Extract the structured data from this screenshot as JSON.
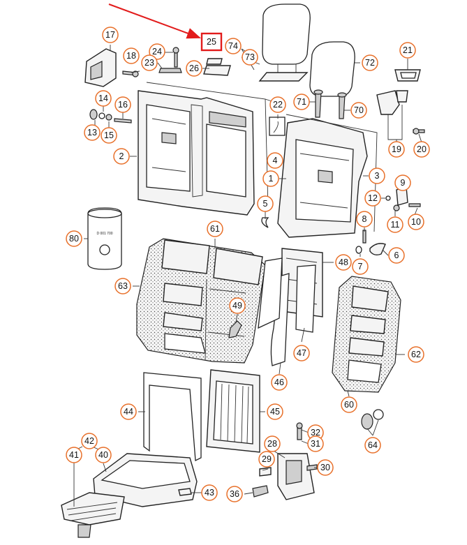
{
  "diagram": {
    "highlight": {
      "label": "25",
      "color": "#e21b1b"
    },
    "callout_color": "#e8702a",
    "can_label": "D 001 700",
    "callouts": [
      {
        "id": "c17",
        "label": "17"
      },
      {
        "id": "c18",
        "label": "18"
      },
      {
        "id": "c24",
        "label": "24"
      },
      {
        "id": "c23",
        "label": "23"
      },
      {
        "id": "c26",
        "label": "26"
      },
      {
        "id": "c74",
        "label": "74"
      },
      {
        "id": "c73",
        "label": "73"
      },
      {
        "id": "c72",
        "label": "72"
      },
      {
        "id": "c21",
        "label": "21"
      },
      {
        "id": "c14",
        "label": "14"
      },
      {
        "id": "c16",
        "label": "16"
      },
      {
        "id": "c13",
        "label": "13"
      },
      {
        "id": "c15",
        "label": "15"
      },
      {
        "id": "c22",
        "label": "22"
      },
      {
        "id": "c71",
        "label": "71"
      },
      {
        "id": "c70",
        "label": "70"
      },
      {
        "id": "c19",
        "label": "19"
      },
      {
        "id": "c20",
        "label": "20"
      },
      {
        "id": "c2",
        "label": "2"
      },
      {
        "id": "c4",
        "label": "4"
      },
      {
        "id": "c1",
        "label": "1"
      },
      {
        "id": "c3",
        "label": "3"
      },
      {
        "id": "c9",
        "label": "9"
      },
      {
        "id": "c12",
        "label": "12"
      },
      {
        "id": "c11",
        "label": "11"
      },
      {
        "id": "c10",
        "label": "10"
      },
      {
        "id": "c5",
        "label": "5"
      },
      {
        "id": "c8",
        "label": "8"
      },
      {
        "id": "c7",
        "label": "7"
      },
      {
        "id": "c6",
        "label": "6"
      },
      {
        "id": "c80",
        "label": "80"
      },
      {
        "id": "c61",
        "label": "61"
      },
      {
        "id": "c48",
        "label": "48"
      },
      {
        "id": "c63",
        "label": "63"
      },
      {
        "id": "c49",
        "label": "49"
      },
      {
        "id": "c47",
        "label": "47"
      },
      {
        "id": "c62",
        "label": "62"
      },
      {
        "id": "c46",
        "label": "46"
      },
      {
        "id": "c60",
        "label": "60"
      },
      {
        "id": "c44",
        "label": "44"
      },
      {
        "id": "c45",
        "label": "45"
      },
      {
        "id": "c32",
        "label": "32"
      },
      {
        "id": "c31",
        "label": "31"
      },
      {
        "id": "c64",
        "label": "64"
      },
      {
        "id": "c42",
        "label": "42"
      },
      {
        "id": "c41",
        "label": "41"
      },
      {
        "id": "c40",
        "label": "40"
      },
      {
        "id": "c28",
        "label": "28"
      },
      {
        "id": "c29",
        "label": "29"
      },
      {
        "id": "c30",
        "label": "30"
      },
      {
        "id": "c43",
        "label": "43"
      },
      {
        "id": "c36",
        "label": "36"
      }
    ]
  }
}
